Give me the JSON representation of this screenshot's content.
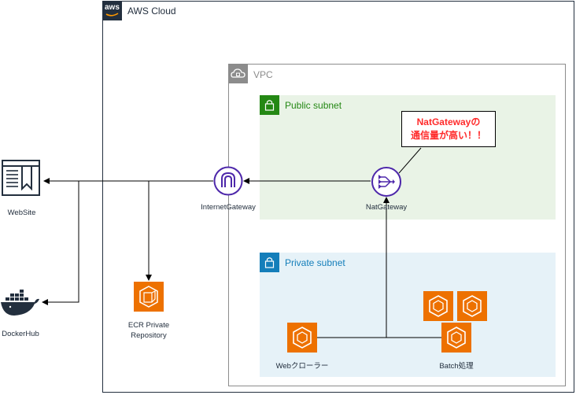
{
  "aws_cloud": {
    "title": "AWS Cloud",
    "logo_text": "aws"
  },
  "vpc": {
    "title": "VPC"
  },
  "public_subnet": {
    "title": "Public subnet"
  },
  "private_subnet": {
    "title": "Private subnet"
  },
  "nodes": {
    "website": "WebSite",
    "dockerhub": "DockerHub",
    "ecr_line1": "ECR Private",
    "ecr_line2": "Repository",
    "internet_gateway": "InternetGateway",
    "nat_gateway": "NatGateway",
    "web_crawler": "Webクローラー",
    "batch": "Batch処理"
  },
  "callout": {
    "line1": "NatGatewayの",
    "line2": "通信量が高い！！"
  },
  "colors": {
    "public_subnet_fill": "#e9f3e6",
    "public_subnet_accent": "#248814",
    "private_subnet_fill": "#e6f2f8",
    "private_subnet_accent": "#147eba",
    "gateway_purple": "#4d27aa",
    "compute_orange": "#ed7100",
    "callout_text": "#ff2a2a"
  }
}
